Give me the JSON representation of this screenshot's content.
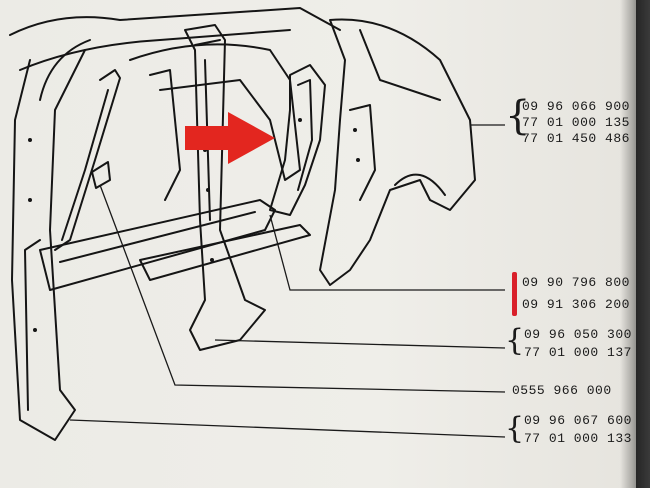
{
  "part_numbers": {
    "group1": [
      "09 96 066 900",
      "77 01 000 135",
      "77 01 450 486"
    ],
    "group2": [
      "09 90 796 800",
      "09 91 306 200"
    ],
    "group3": [
      "09 96 050 300",
      "77 01 000 137"
    ],
    "single": "0555 966 000",
    "group5": [
      "09 96 067 600",
      "77 01 000 133"
    ]
  },
  "colors": {
    "arrow": "#e3261f",
    "highlight": "#d9202a",
    "ink": "#1a1a1a",
    "paper": "#ecebe6"
  },
  "icons": [
    "red-arrow-icon",
    "highlight-bar-icon"
  ]
}
